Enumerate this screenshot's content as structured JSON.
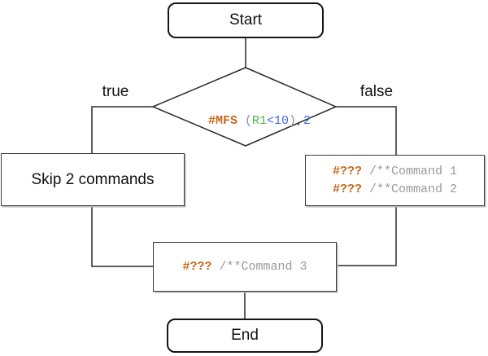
{
  "diagram": {
    "start_node": {
      "label": "Start"
    },
    "end_node": {
      "label": "End"
    },
    "decision_node": {
      "segments": [
        {
          "text": "#MFS",
          "role": "keyword"
        },
        {
          "text": " (",
          "role": "punct"
        },
        {
          "text": "R1",
          "role": "register"
        },
        {
          "text": "<10",
          "role": "number"
        },
        {
          "text": ")",
          "role": "punct"
        },
        {
          "text": ",",
          "role": "comma"
        },
        {
          "text": "2",
          "role": "number"
        }
      ]
    },
    "branch_true_label": "true",
    "branch_false_label": "false",
    "skip_node": {
      "label": "Skip 2 commands"
    },
    "commands_node": {
      "lines": [
        {
          "opcode": "#???",
          "comment": " /**Command 1"
        },
        {
          "opcode": "#???",
          "comment": " /**Command 2"
        }
      ]
    },
    "command3_node": {
      "opcode": "#???",
      "comment": " /**Command 3"
    },
    "colors": {
      "keyword_orange": "#c6691e",
      "register_green": "#55b455",
      "number_blue": "#4168e1",
      "punct_gray": "#909090",
      "comment_gray": "#9a9a9a",
      "comma_dark": "#3c3c3c",
      "line_color": "#2b2b2b"
    }
  }
}
